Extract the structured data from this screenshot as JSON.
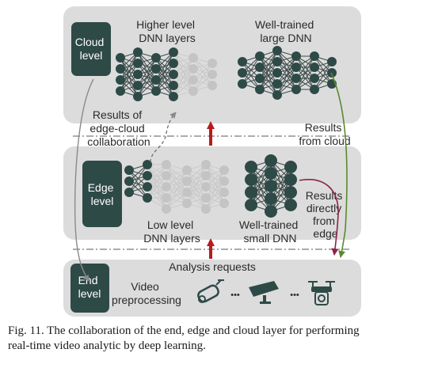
{
  "layers": {
    "cloud": {
      "label": [
        "Cloud",
        "level"
      ]
    },
    "edge": {
      "label": [
        "Edge",
        "level"
      ]
    },
    "end": {
      "label": [
        "End",
        "level"
      ]
    }
  },
  "labels": {
    "higher_dnn": [
      "Higher level",
      "DNN layers"
    ],
    "large_dnn": [
      "Well-trained",
      "large DNN"
    ],
    "results_collab": [
      "Results of",
      "edge-cloud",
      "collaboration"
    ],
    "results_cloud": [
      "Results",
      "from cloud"
    ],
    "low_dnn": [
      "Low level",
      "DNN layers"
    ],
    "small_dnn": [
      "Well-trained",
      "small DNN"
    ],
    "results_edge": [
      "Results",
      "directly",
      "from",
      "edge"
    ],
    "analysis": "Analysis requests",
    "video_pre": [
      "Video",
      "preprocessing"
    ],
    "dots": "•••"
  },
  "caption": {
    "line1": "Fig. 11.   The collaboration of the end, edge and cloud layer for performing",
    "line2": "real-time video analytic by deep learning."
  },
  "colors": {
    "panel": "#dcdcdc",
    "dark_box": "#2e4a47",
    "node_dark": "#2e4a47",
    "node_light": "#c4c4c4",
    "red_arrow": "#b71c1c",
    "green_arrow": "#5a8a2e",
    "purple_arrow": "#8b2545",
    "gray_arrow": "#8a8a8a",
    "dashdot": "#7a7a7a"
  },
  "icons": [
    "surveillance-camera-icon",
    "dome-camera-icon",
    "drone-camera-icon"
  ]
}
